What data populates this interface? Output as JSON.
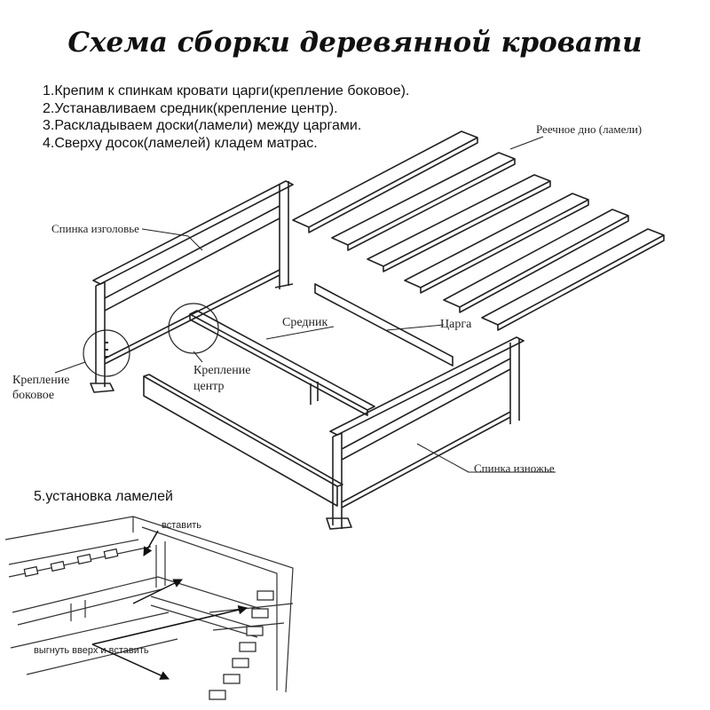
{
  "title": "Схема сборки деревянной кровати",
  "steps": [
    "1.Крепим к спинкам кровати царги(крепление боковое).",
    "2.Устанавливаем средник(крепление центр).",
    "3.Раскладываем доски(ламели) между царгами.",
    "4.Сверху досок(ламелей) кладем матрас."
  ],
  "labels": {
    "slats": "Реечное дно (ламели)",
    "headboard": "Спинка изголовье",
    "side_mount_1": "Крепление",
    "side_mount_2": "боковое",
    "center_beam": "Средник",
    "side_rail": "Царга",
    "center_mount_1": "Крепление",
    "center_mount_2": "центр",
    "footboard": "Спинка изножье"
  },
  "section5": {
    "heading": "5.установка ламелей",
    "insert": "вставить",
    "bend_insert": "выгнуть вверх и вставить"
  }
}
